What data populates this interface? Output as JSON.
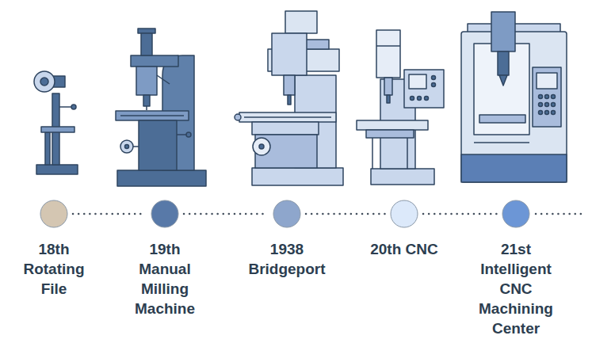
{
  "diagram": {
    "nodes": [
      {
        "text": [
          "18th Rotating File"
        ]
      },
      {
        "text": [
          "19th Manual Milling Machine"
        ]
      },
      {
        "text": [
          "1938 Bridgeport"
        ]
      },
      {
        "text": [
          "20th CNC"
        ]
      },
      {
        "text": [
          "21st Intelligent CNC Machining Center"
        ]
      }
    ],
    "edges": [
      {
        "from": 0,
        "to": 1,
        "arrow": "none"
      },
      {
        "from": 1,
        "to": 2,
        "arrow": "none"
      },
      {
        "from": 2,
        "to": 3,
        "arrow": "none"
      },
      {
        "from": 3,
        "to": 4,
        "arrow": "none"
      }
    ]
  }
}
